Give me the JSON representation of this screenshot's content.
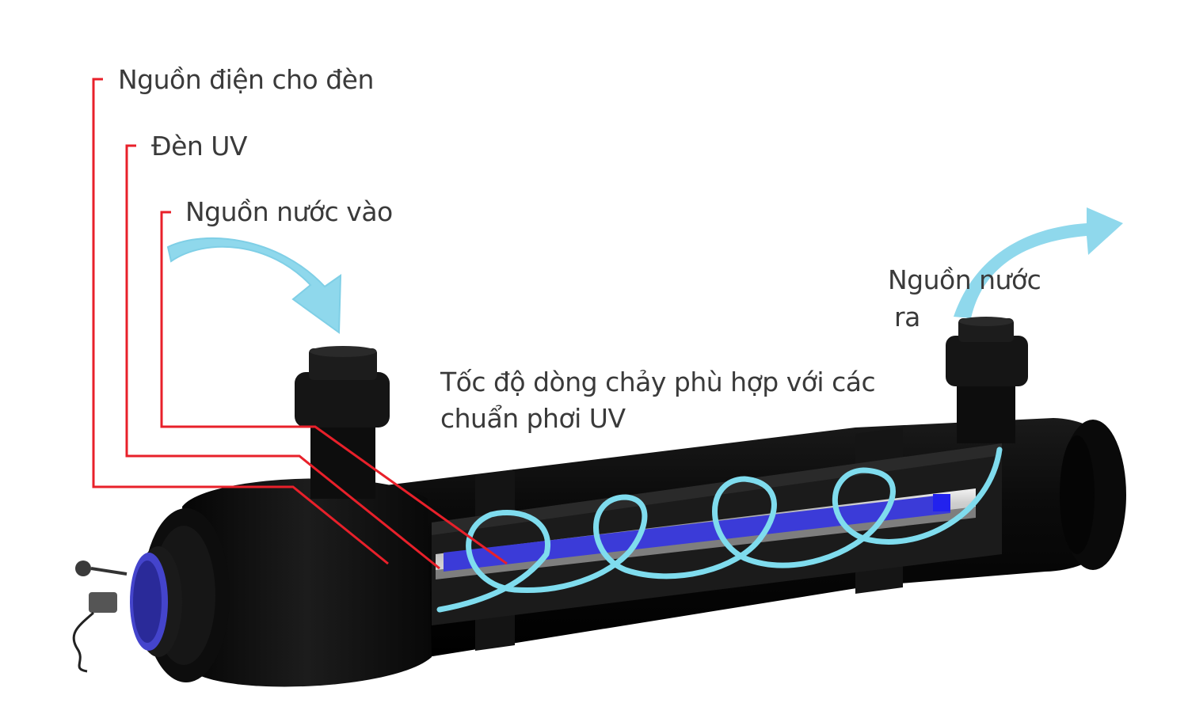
{
  "labels": {
    "power": "Nguồn điện cho đèn",
    "lamp": "Đèn UV",
    "water_in": "Nguồn nước vào",
    "water_out_line1": "Nguồn nước",
    "water_out_line2": "ra",
    "flow_line1": "Tốc độ dòng chảy phù hợp với các",
    "flow_line2": "chuẩn phơi UV"
  },
  "colors": {
    "leader_line": "#e8202a",
    "water_arrow": "#8fd8ec",
    "water_spiral": "#7fdcee",
    "uv_lamp": "#3b3bd8",
    "housing": "#111111",
    "label_text": "#3a3a3a"
  },
  "icons": [
    "water-inlet-arrow-icon",
    "water-outlet-arrow-icon",
    "electrical-connector-icon"
  ]
}
